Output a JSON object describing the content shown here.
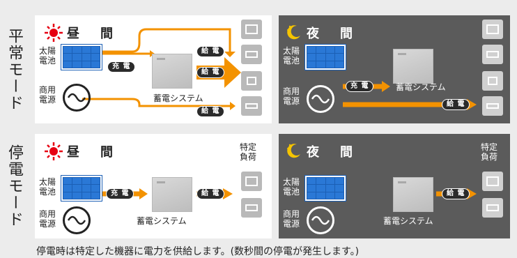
{
  "modes": [
    {
      "label": "平常モード"
    },
    {
      "label": "停電モード"
    }
  ],
  "day_title": "昼　間",
  "night_title": "夜　間",
  "solar_label": "太陽\n電池",
  "utility_label": "商用\n電源",
  "storage_label": "蓄電システム",
  "specific_load_label": "特定\n負荷",
  "charge_label": "充 電",
  "supply_label": "給 電",
  "footer_note": "停電時は特定した機器に電力を供給します。(数秒間の停電が発生します。)",
  "colors": {
    "flow": "#f39200",
    "day_bg": "#ffffff",
    "night_bg": "#5b5b5b",
    "sun": "#e60012",
    "moon": "#f5c400"
  },
  "icons": [
    "sun-icon",
    "moon-icon",
    "solar-panel-icon",
    "ac-power-icon",
    "tv-icon",
    "air-conditioner-icon",
    "printer-icon"
  ]
}
